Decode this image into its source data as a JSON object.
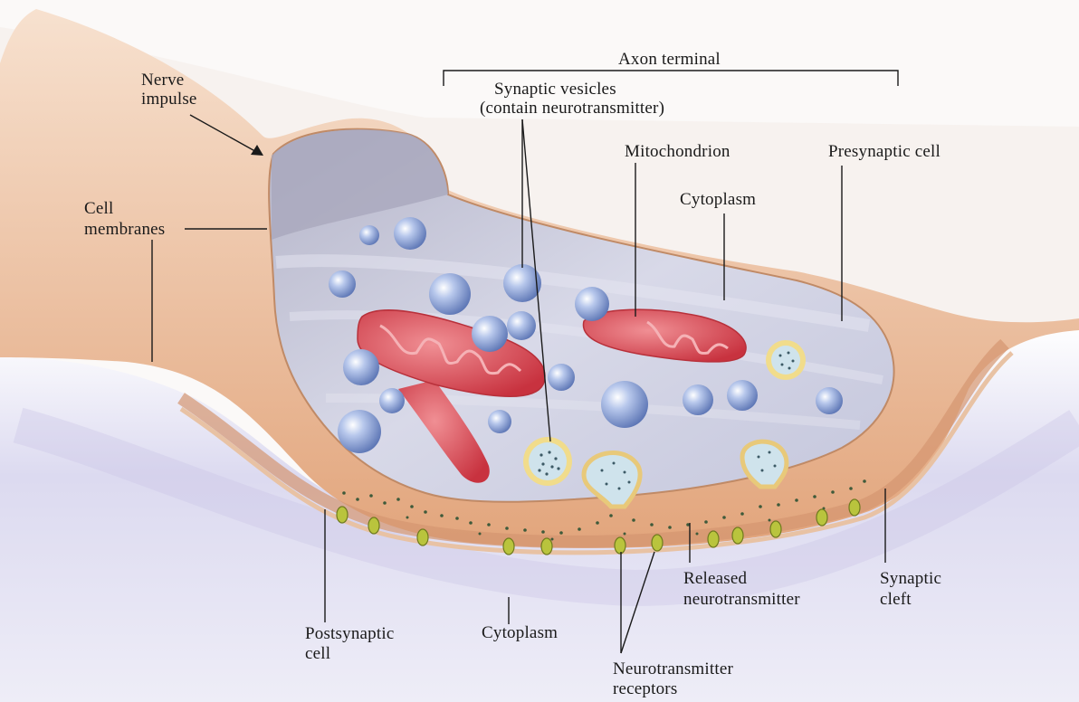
{
  "labels": {
    "nerve_impulse_1": "Nerve",
    "nerve_impulse_2": "impulse",
    "axon_terminal": "Axon terminal",
    "synaptic_vesicles_1": "Synaptic vesicles",
    "synaptic_vesicles_2": "(contain neurotransmitter)",
    "mitochondrion": "Mitochondrion",
    "presynaptic_cell": "Presynaptic cell",
    "cytoplasm_top": "Cytoplasm",
    "cell_membranes_1": "Cell",
    "cell_membranes_2": "membranes",
    "released_nt_1": "Released",
    "released_nt_2": "neurotransmitter",
    "synaptic_cleft_1": "Synaptic",
    "synaptic_cleft_2": "cleft",
    "postsynaptic_cell_1": "Postsynaptic",
    "postsynaptic_cell_2": "cell",
    "cytoplasm_bottom": "Cytoplasm",
    "nt_receptors_1": "Neurotransmitter",
    "nt_receptors_2": "receptors"
  },
  "colors": {
    "membrane": "#e8b48e",
    "membrane_dark": "#c98a5f",
    "terminal_interior": "#cfd2e2",
    "postsynaptic": "#d4d3e8",
    "vesicle": "#8fa6d6",
    "mitochondrion": "#d8505a",
    "receptor": "#b7c23a"
  }
}
